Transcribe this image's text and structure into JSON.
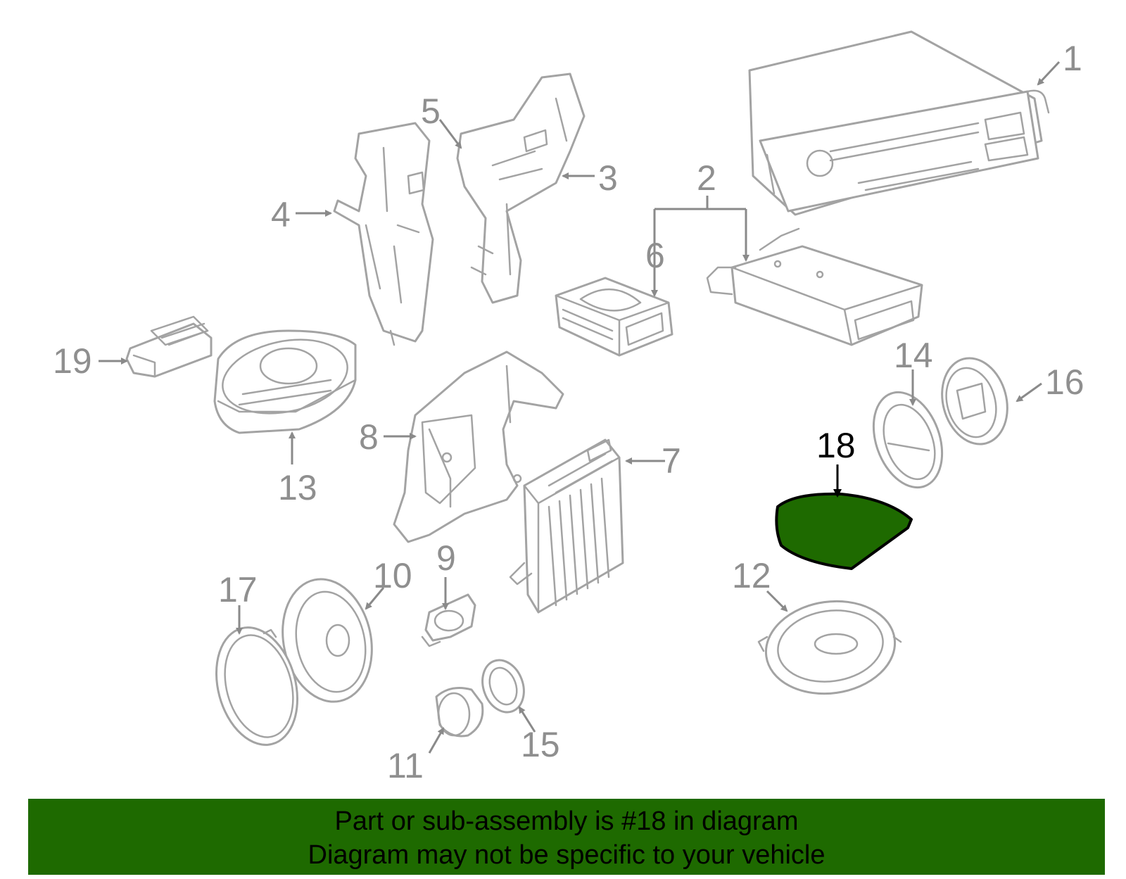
{
  "callouts": {
    "c1": "1",
    "c2": "2",
    "c3": "3",
    "c4": "4",
    "c5": "5",
    "c6": "6",
    "c7": "7",
    "c8": "8",
    "c9": "9",
    "c10": "10",
    "c11": "11",
    "c12": "12",
    "c13": "13",
    "c14": "14",
    "c15": "15",
    "c16": "16",
    "c17": "17",
    "c18": "18",
    "c19": "19"
  },
  "highlight": {
    "part": "18",
    "color": "#1e6a00"
  },
  "banner": {
    "line1": "Part or sub-assembly is #18 in diagram",
    "line2": "Diagram may not be specific to your vehicle",
    "color": "#1e6a00"
  }
}
